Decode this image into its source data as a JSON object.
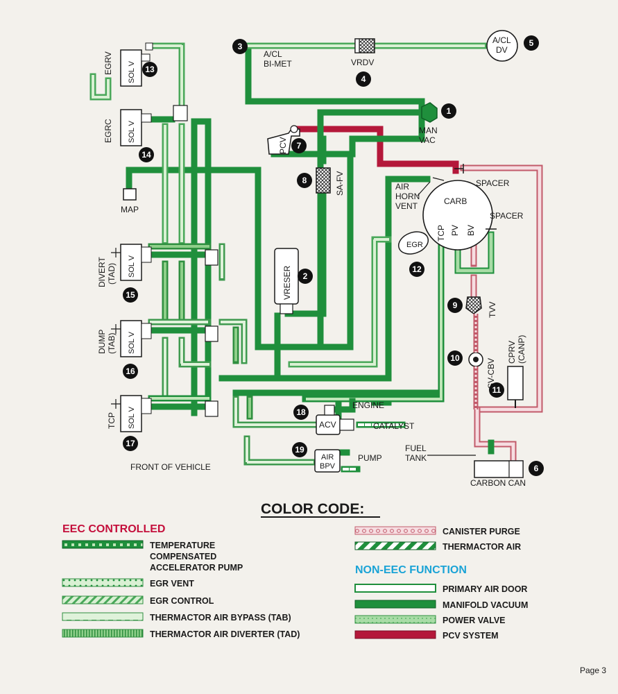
{
  "colors": {
    "manifold_vacuum": "#1f8f3c",
    "pcv_system": "#b4183a",
    "canister_purge": "#d98a98",
    "light_green": "#8fcf8a",
    "paper": "#f3f1ec",
    "ink": "#1a1a1a",
    "eec_red": "#c4103c",
    "non_eec_blue": "#1aa3d6"
  },
  "labels": {
    "ac_bimet": [
      "A/CL",
      "BI-MET"
    ],
    "vrdv": "VRDV",
    "acl_dv": [
      "A/CL",
      "DV"
    ],
    "man_vac": [
      "MAN",
      "VAC"
    ],
    "pcv": "PCV",
    "sa_fv": "SA-FV",
    "air_horn_vent": [
      "AIR",
      "HORN",
      "VENT"
    ],
    "carb": "CARB",
    "tcp_pv_bv": [
      "TCP",
      "PV",
      "BV"
    ],
    "spacer_top": "SPACER",
    "spacer_right": "SPACER",
    "egr": "EGR",
    "vreser": "VRESER",
    "tvv": "TVV",
    "sv_cbv": "SV-CBV",
    "cprv": [
      "CPRV",
      "(CANP)"
    ],
    "egrv": "EGRV",
    "egrc": "EGRC",
    "map": "MAP",
    "sol_v": "SOL V",
    "divert": [
      "DIVERT",
      "(TAD)"
    ],
    "dump": [
      "DUMP",
      "(TAB)"
    ],
    "tcp_side": "TCP",
    "engine": "ENGINE",
    "catalyst": "CATALYST",
    "acv": "ACV",
    "air_bpv": [
      "AIR",
      "BPV"
    ],
    "pump": "PUMP",
    "fuel_tank": [
      "FUEL",
      "TANK"
    ],
    "carbon_can": "CARBON CAN",
    "front_of_vehicle": "FRONT OF VEHICLE"
  },
  "callouts": [
    "1",
    "2",
    "3",
    "4",
    "5",
    "6",
    "7",
    "8",
    "9",
    "10",
    "11",
    "12",
    "13",
    "14",
    "15",
    "16",
    "17",
    "18",
    "19"
  ],
  "legend": {
    "title": "COLOR CODE:",
    "eec_heading": "EEC CONTROLLED",
    "non_eec_heading": "NON-EEC FUNCTION",
    "eec_items": [
      {
        "label": "TEMPERATURE",
        "label2": "COMPENSATED",
        "label3": "ACCELERATOR PUMP",
        "pattern": "tcp"
      },
      {
        "label": "EGR VENT",
        "pattern": "egr_vent"
      },
      {
        "label": "EGR CONTROL",
        "pattern": "egr_control"
      },
      {
        "label": "THERMACTOR AIR BYPASS (TAB)",
        "pattern": "tab"
      },
      {
        "label": "THERMACTOR AIR DIVERTER (TAD)",
        "pattern": "tad"
      }
    ],
    "right_items": [
      {
        "label": "CANISTER PURGE",
        "pattern": "canister"
      },
      {
        "label": "THERMACTOR AIR",
        "pattern": "thermactor"
      }
    ],
    "non_eec_items": [
      {
        "label": "PRIMARY AIR DOOR",
        "pattern": "primary"
      },
      {
        "label": "MANIFOLD VACUUM",
        "pattern": "manifold"
      },
      {
        "label": "POWER VALVE",
        "pattern": "power"
      },
      {
        "label": "PCV SYSTEM",
        "pattern": "pcv"
      }
    ]
  },
  "page": "Page 3"
}
